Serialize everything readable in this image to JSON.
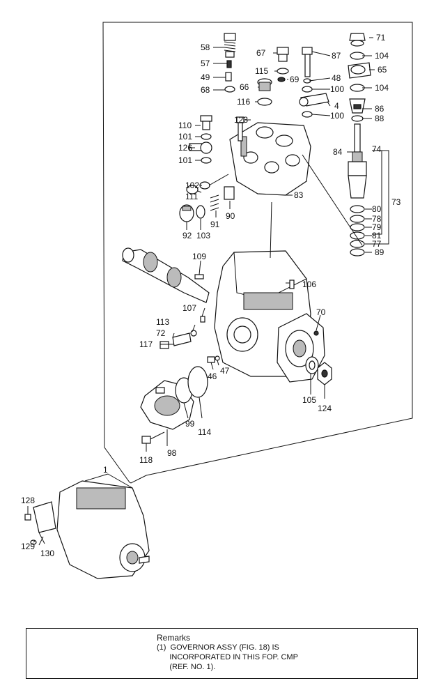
{
  "callouts": [
    {
      "id": "c58",
      "label": "58"
    },
    {
      "id": "c57",
      "label": "57"
    },
    {
      "id": "c49",
      "label": "49"
    },
    {
      "id": "c68",
      "label": "68"
    },
    {
      "id": "c67",
      "label": "67"
    },
    {
      "id": "c115",
      "label": "115"
    },
    {
      "id": "c69",
      "label": "69"
    },
    {
      "id": "c66",
      "label": "66"
    },
    {
      "id": "c116",
      "label": "116"
    },
    {
      "id": "c87",
      "label": "87"
    },
    {
      "id": "c48",
      "label": "48"
    },
    {
      "id": "c100a",
      "label": "100"
    },
    {
      "id": "c4",
      "label": "4"
    },
    {
      "id": "c100b",
      "label": "100"
    },
    {
      "id": "c71",
      "label": "71"
    },
    {
      "id": "c104a",
      "label": "104"
    },
    {
      "id": "c65",
      "label": "65"
    },
    {
      "id": "c104b",
      "label": "104"
    },
    {
      "id": "c86",
      "label": "86"
    },
    {
      "id": "c88",
      "label": "88"
    },
    {
      "id": "c84",
      "label": "84"
    },
    {
      "id": "c74",
      "label": "74"
    },
    {
      "id": "c73",
      "label": "73"
    },
    {
      "id": "c80",
      "label": "80"
    },
    {
      "id": "c78",
      "label": "78"
    },
    {
      "id": "c79",
      "label": "79"
    },
    {
      "id": "c81",
      "label": "81"
    },
    {
      "id": "c77",
      "label": "77"
    },
    {
      "id": "c89",
      "label": "89"
    },
    {
      "id": "c110",
      "label": "110"
    },
    {
      "id": "c101a",
      "label": "101"
    },
    {
      "id": "c126",
      "label": "126"
    },
    {
      "id": "c101b",
      "label": "101"
    },
    {
      "id": "c123",
      "label": "123"
    },
    {
      "id": "c102",
      "label": "102"
    },
    {
      "id": "c111",
      "label": "111"
    },
    {
      "id": "c83",
      "label": "83"
    },
    {
      "id": "c91",
      "label": "91"
    },
    {
      "id": "c90",
      "label": "90"
    },
    {
      "id": "c92",
      "label": "92"
    },
    {
      "id": "c103",
      "label": "103"
    },
    {
      "id": "c109",
      "label": "109"
    },
    {
      "id": "c106",
      "label": "106"
    },
    {
      "id": "c107",
      "label": "107"
    },
    {
      "id": "c70",
      "label": "70"
    },
    {
      "id": "c113",
      "label": "113"
    },
    {
      "id": "c72",
      "label": "72"
    },
    {
      "id": "c117",
      "label": "117"
    },
    {
      "id": "c47",
      "label": "47"
    },
    {
      "id": "c46",
      "label": "46"
    },
    {
      "id": "c105",
      "label": "105"
    },
    {
      "id": "c124",
      "label": "124"
    },
    {
      "id": "c99",
      "label": "99"
    },
    {
      "id": "c114",
      "label": "114"
    },
    {
      "id": "c118",
      "label": "118"
    },
    {
      "id": "c98",
      "label": "98"
    },
    {
      "id": "c1",
      "label": "1"
    },
    {
      "id": "c128",
      "label": "128"
    },
    {
      "id": "c129",
      "label": "129"
    },
    {
      "id": "c130",
      "label": "130"
    }
  ],
  "remarks": {
    "title": "Remarks",
    "body": "(1)  GOVERNOR ASSY (FIG. 18) IS\n      INCORPORATED IN THIS FOP. CMP\n      (REF. NO. 1)."
  }
}
